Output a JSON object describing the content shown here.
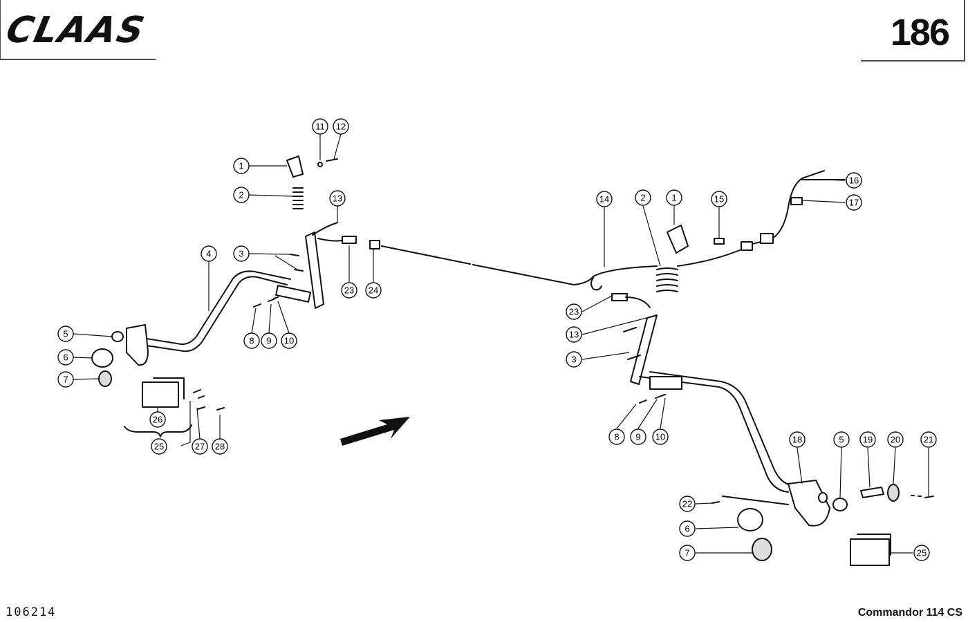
{
  "header": {
    "brand": "CLAAS",
    "page_number": "186"
  },
  "footer": {
    "drawing_number": "106214",
    "model": "Commandor 114 CS"
  },
  "callouts": {
    "left": [
      {
        "id": "1"
      },
      {
        "id": "11"
      },
      {
        "id": "12"
      },
      {
        "id": "2"
      },
      {
        "id": "13"
      },
      {
        "id": "4"
      },
      {
        "id": "3"
      },
      {
        "id": "23"
      },
      {
        "id": "24"
      },
      {
        "id": "8"
      },
      {
        "id": "9"
      },
      {
        "id": "10"
      },
      {
        "id": "5"
      },
      {
        "id": "6"
      },
      {
        "id": "7"
      },
      {
        "id": "26"
      },
      {
        "id": "25"
      },
      {
        "id": "27"
      },
      {
        "id": "28"
      }
    ],
    "right": [
      {
        "id": "14"
      },
      {
        "id": "2"
      },
      {
        "id": "1"
      },
      {
        "id": "15"
      },
      {
        "id": "16"
      },
      {
        "id": "17"
      },
      {
        "id": "23"
      },
      {
        "id": "13"
      },
      {
        "id": "3"
      },
      {
        "id": "8"
      },
      {
        "id": "9"
      },
      {
        "id": "10"
      },
      {
        "id": "18"
      },
      {
        "id": "5"
      },
      {
        "id": "19"
      },
      {
        "id": "20"
      },
      {
        "id": "21"
      },
      {
        "id": "22"
      },
      {
        "id": "6"
      },
      {
        "id": "7"
      },
      {
        "id": "25"
      }
    ]
  },
  "colors": {
    "ink": "#111111",
    "paper": "#ffffff"
  }
}
